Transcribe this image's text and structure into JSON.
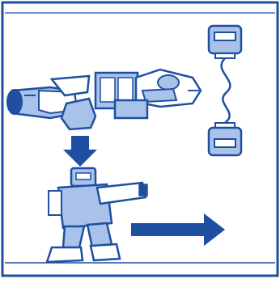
{
  "illustration": {
    "content_type": "instructional-comic-panel",
    "parts": [
      {
        "name": "arm-cannon",
        "icon": "cannon-icon"
      },
      {
        "name": "thruster-pod",
        "icon": "engine-icon"
      },
      {
        "name": "cable-connector",
        "icon": "connector-icon"
      },
      {
        "name": "down-arrow",
        "icon": "arrow-down-icon"
      },
      {
        "name": "assembled-robot",
        "icon": "robot-icon"
      },
      {
        "name": "right-arrow",
        "icon": "arrow-right-icon"
      }
    ]
  },
  "colors": {
    "background": "#ffffff",
    "ink": "#1f4fa0",
    "accent": "#3366cc",
    "highlight": "#a9c2ea",
    "frame": "#1f4fa0"
  }
}
